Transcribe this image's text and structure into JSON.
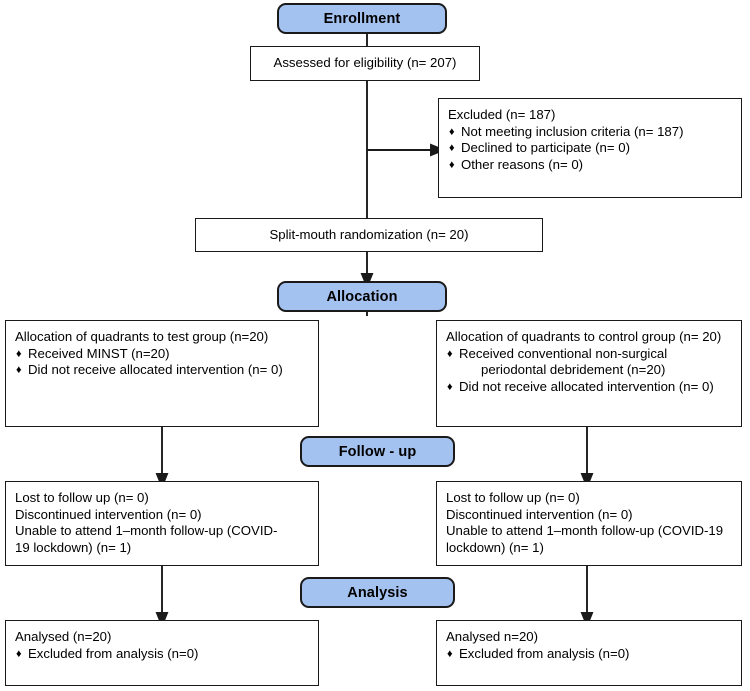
{
  "diagram": {
    "title": "CONSORT participant flow diagram",
    "accent_color": "#a4c2f0",
    "line_color": "#1a1a1a"
  },
  "stages": {
    "enrollment": "Enrollment",
    "allocation": "Allocation",
    "followup": "Follow - up",
    "analysis": "Analysis"
  },
  "enrollment": {
    "assessed": "Assessed for eligibility (n= 207)",
    "excluded": {
      "heading": "Excluded (n= 187)",
      "items": [
        "Not meeting inclusion criteria (n= 187)",
        "Declined to participate (n= 0)",
        "Other reasons (n= 0)"
      ]
    },
    "randomization": "Split-mouth randomization (n= 20)"
  },
  "allocation": {
    "test": {
      "heading": "Allocation of quadrants to test group (n=20)",
      "items": [
        "Received MINST  (n=20)",
        "Did not receive allocated intervention (n= 0)"
      ]
    },
    "control": {
      "heading": "Allocation of quadrants to control group (n= 20)",
      "item1_line1": "Received conventional non-surgical",
      "item1_line2": "periodontal debridement (n=20)",
      "item2": "Did not receive allocated intervention (n= 0)"
    }
  },
  "followup": {
    "test": {
      "line1": "Lost to follow up (n= 0)",
      "line2": "Discontinued intervention (n= 0)",
      "line3": "Unable to attend 1–month follow-up (COVID-",
      "line4": "19 lockdown) (n= 1)"
    },
    "control": {
      "line1": "Lost to follow up (n= 0)",
      "line2": "Discontinued intervention (n= 0)",
      "line3": "Unable to attend 1–month follow-up (COVID-19",
      "line4": "lockdown) (n= 1)"
    }
  },
  "analysis": {
    "test": {
      "heading": "Analysed (n=20)",
      "items": [
        "Excluded from analysis (n=0)"
      ]
    },
    "control": {
      "heading": "Analysed n=20)",
      "items": [
        "Excluded from analysis (n=0)"
      ]
    }
  },
  "icons": {
    "bullet": "♦"
  }
}
